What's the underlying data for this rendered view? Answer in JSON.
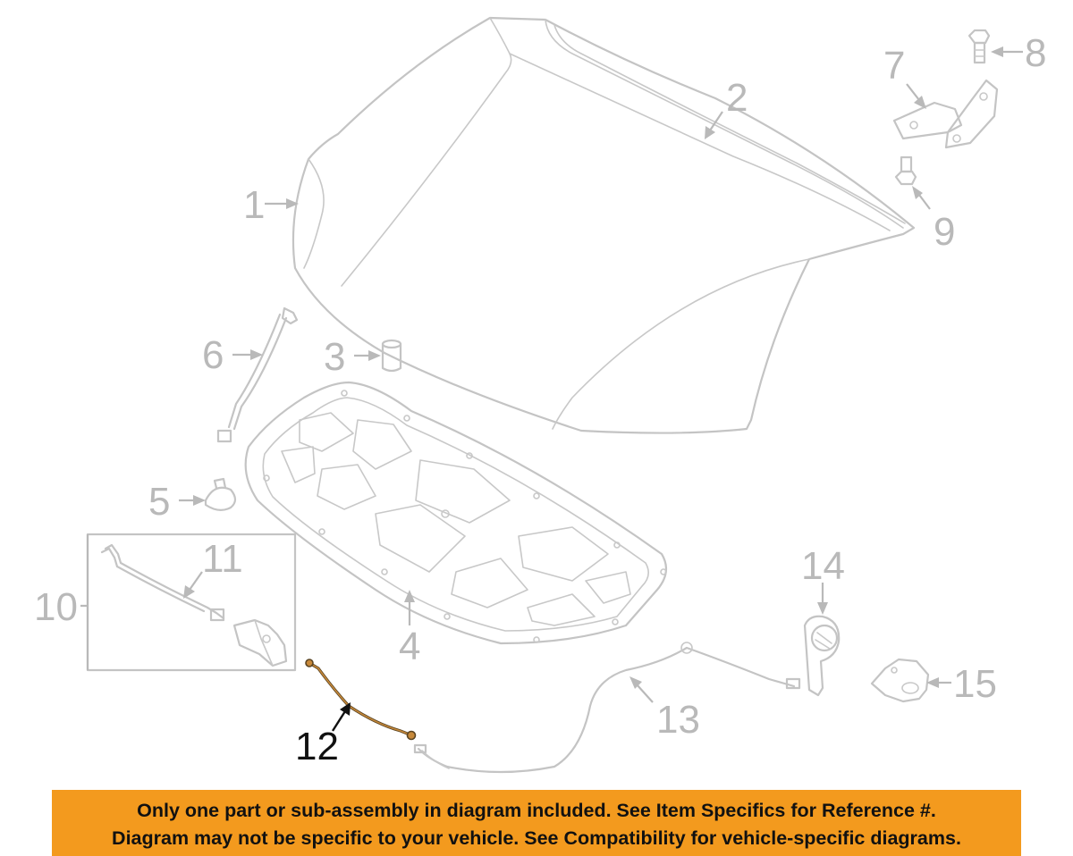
{
  "callouts": {
    "c1": "1",
    "c2": "2",
    "c3": "3",
    "c4": "4",
    "c5": "5",
    "c6": "6",
    "c7": "7",
    "c8": "8",
    "c9": "9",
    "c10": "10",
    "c11": "11",
    "c12": "12",
    "c13": "13",
    "c14": "14",
    "c15": "15"
  },
  "highlighted_callout": "12",
  "colors": {
    "highlight": "#c7893a",
    "banner": "#f39a1e",
    "parts": "#c4c4c4"
  },
  "disclaimer": {
    "line1": "Only one part or sub-assembly in diagram included. See Item Specifics for Reference #.",
    "line2": "Diagram may not be specific to your vehicle. See Compatibility for vehicle-specific diagrams."
  }
}
